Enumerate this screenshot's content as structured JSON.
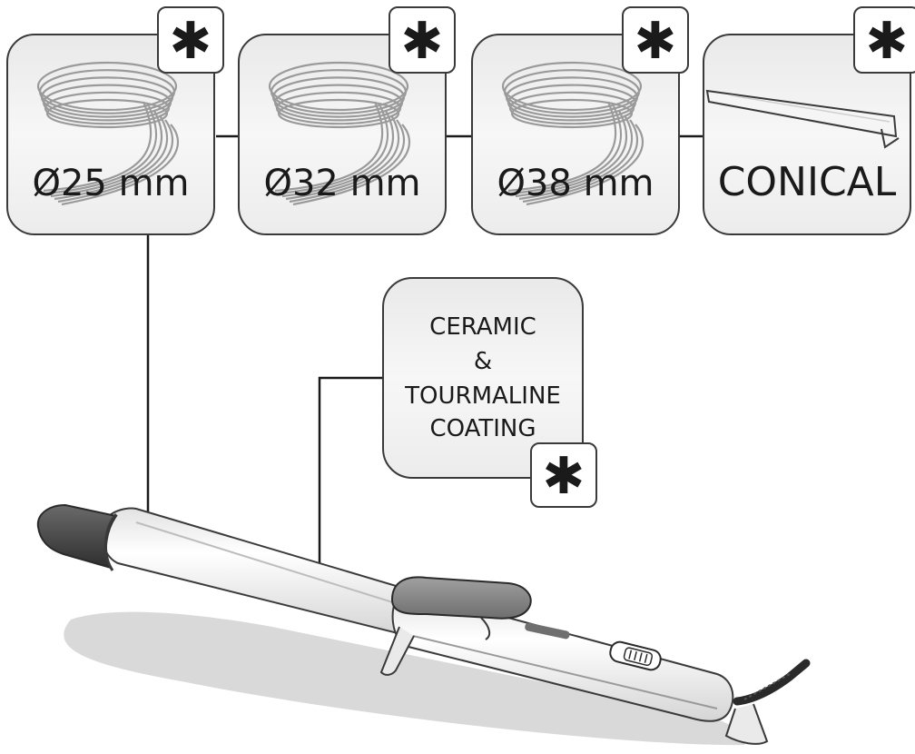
{
  "options": [
    {
      "label": "Ø25 mm",
      "icon": "spiral-curl-icon",
      "badge": "✱"
    },
    {
      "label": "Ø32 mm",
      "icon": "spiral-curl-icon",
      "badge": "✱"
    },
    {
      "label": "Ø38 mm",
      "icon": "spiral-curl-icon",
      "badge": "✱"
    },
    {
      "label": "CONICAL",
      "icon": "conical-barrel-icon",
      "badge": "✱"
    }
  ],
  "coating": {
    "lines": [
      "CERAMIC",
      "&",
      "TOURMALINE",
      "COATING"
    ],
    "badge": "✱"
  },
  "colors": {
    "card_fill": "#f2f2f2",
    "card_stroke": "#3a3a3a",
    "spiral": "#9a9a9a",
    "shadow": "#d9d9d9",
    "barrel": "#f4f4f4",
    "grip": "#8c8c8c",
    "tip": "#4d4d4d"
  }
}
